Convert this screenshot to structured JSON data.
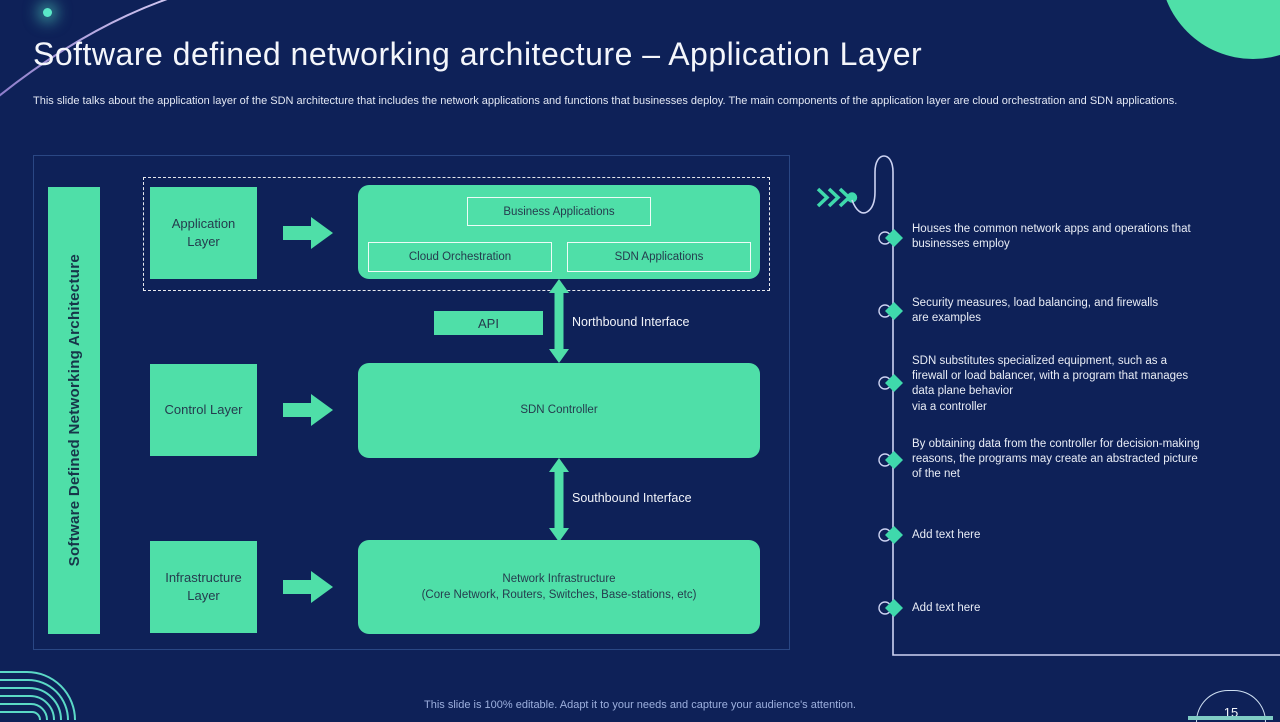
{
  "slide": {
    "title": "Software defined networking architecture – Application Layer",
    "description": "This slide talks about the application layer of the SDN architecture that includes the network applications and functions that businesses deploy. The main components of the application layer are cloud orchestration and SDN applications.",
    "footer": "This slide is 100% editable.  Adapt it to your needs and capture your audience's attention.",
    "page_number": "15"
  },
  "diagram": {
    "side_label": "Software Defined Networking Architecture",
    "layers": [
      {
        "label": "Application Layer"
      },
      {
        "label": "Control Layer"
      },
      {
        "label": "Infrastructure Layer"
      }
    ],
    "application_row": {
      "business_applications": "Business Applications",
      "cloud_orchestration": "Cloud Orchestration",
      "sdn_applications": "SDN Applications"
    },
    "api_label": "API",
    "northbound_label": "Northbound Interface",
    "southbound_label": "Southbound Interface",
    "controller_label": "SDN Controller",
    "infrastructure_label": "Network Infrastructure\n(Core Network, Routers, Switches, Base-stations, etc)"
  },
  "right_panel": {
    "bullets": [
      {
        "text": "Houses the common network apps and operations that\nbusinesses employ"
      },
      {
        "text": "Security measures, load balancing, and firewalls\nare examples"
      },
      {
        "text": "SDN substitutes specialized equipment, such as a\nfirewall or load balancer, with a program that manages\ndata plane behavior\nvia a controller"
      },
      {
        "text": "By obtaining data from the controller for decision-making\nreasons, the programs may create an abstracted picture\nof the net"
      },
      {
        "text": "Add text here"
      },
      {
        "text": "Add text here"
      }
    ]
  },
  "colors": {
    "background": "#0e2158",
    "accent_green": "#4fdfa8",
    "accent_teal": "#3fd9ac",
    "line_lavender": "#cdd3f2",
    "frame_blue": "#2a4784",
    "dark_text": "#253c4e"
  }
}
